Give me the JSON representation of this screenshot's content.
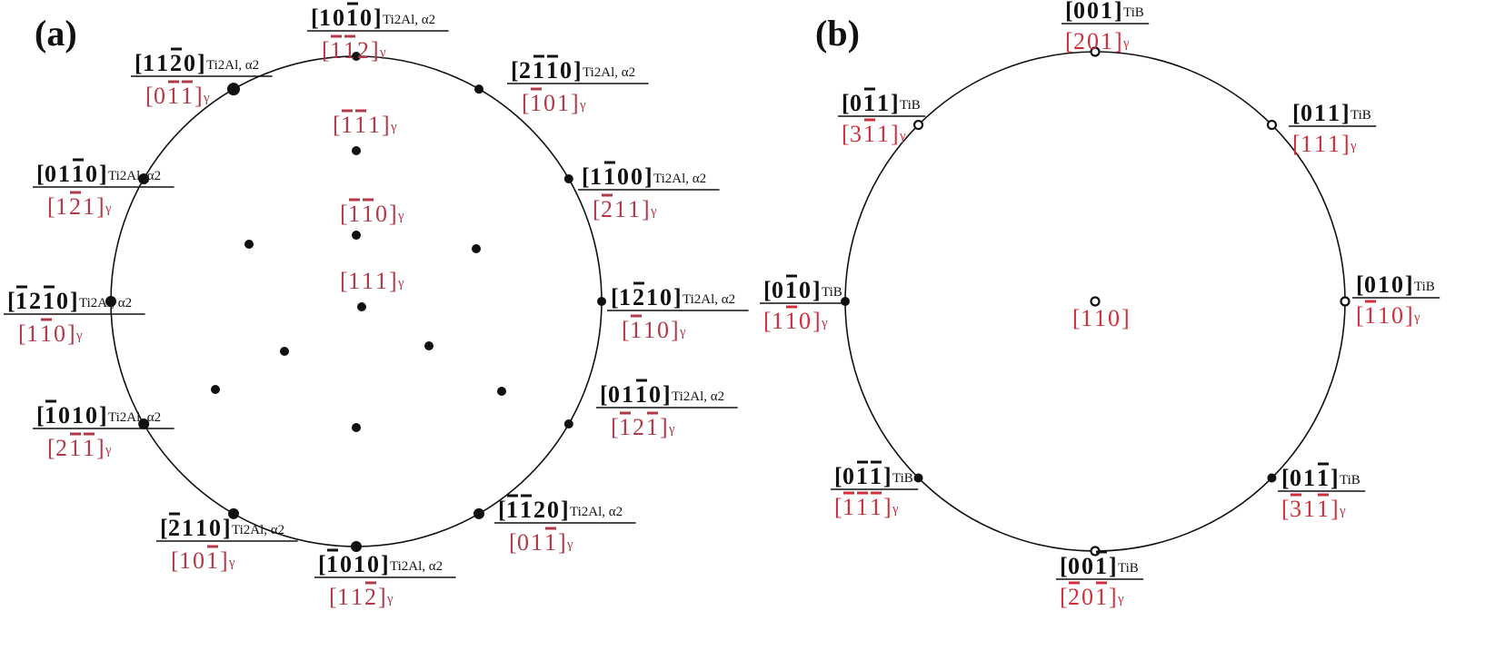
{
  "panel_a": {
    "label": "(a)",
    "spots": [
      {
        "upper": {
          "digits": [
            "1",
            "0",
            "1",
            "0"
          ],
          "bars": [
            2
          ],
          "sub": "Ti2Al, α2"
        },
        "lower": {
          "digits": [
            "1",
            "1",
            "2"
          ],
          "bars": [
            0,
            1
          ],
          "sub": "γ"
        }
      },
      {
        "upper": {
          "digits": [
            "2",
            "1",
            "1",
            "0"
          ],
          "bars": [
            1,
            2
          ],
          "sub": "Ti2Al, α2"
        },
        "lower": {
          "digits": [
            "1",
            "0",
            "1"
          ],
          "bars": [
            0
          ],
          "sub": "γ"
        }
      },
      {
        "upper": {
          "digits": [
            "1",
            "1",
            "0",
            "0"
          ],
          "bars": [
            1
          ],
          "sub": "Ti2Al, α2"
        },
        "lower": {
          "digits": [
            "2",
            "1",
            "1"
          ],
          "bars": [
            0
          ],
          "sub": "γ"
        }
      },
      {
        "upper": {
          "digits": [
            "1",
            "2",
            "1",
            "0"
          ],
          "bars": [
            1
          ],
          "sub": "Ti2Al, α2"
        },
        "lower": {
          "digits": [
            "1",
            "1",
            "0"
          ],
          "bars": [
            0
          ],
          "sub": "γ"
        }
      },
      {
        "upper": {
          "digits": [
            "0",
            "1",
            "1",
            "0"
          ],
          "bars": [
            2
          ],
          "sub": "Ti2Al, α2"
        },
        "lower": {
          "digits": [
            "1",
            "2",
            "1"
          ],
          "bars": [
            0,
            2
          ],
          "sub": "γ"
        }
      },
      {
        "upper": {
          "digits": [
            "1",
            "1",
            "2",
            "0"
          ],
          "bars": [
            0,
            1
          ],
          "sub": "Ti2Al, α2"
        },
        "lower": {
          "digits": [
            "0",
            "1",
            "1"
          ],
          "bars": [
            2
          ],
          "sub": "γ"
        }
      },
      {
        "upper": {
          "digits": [
            "1",
            "0",
            "1",
            "0"
          ],
          "bars": [
            0
          ],
          "sub": "Ti2Al, α2"
        },
        "lower": {
          "digits": [
            "1",
            "1",
            "2"
          ],
          "bars": [
            2
          ],
          "sub": "γ"
        }
      },
      {
        "upper": {
          "digits": [
            "2",
            "1",
            "1",
            "0"
          ],
          "bars": [
            0
          ],
          "sub": "Ti2Al, α2"
        },
        "lower": {
          "digits": [
            "1",
            "0",
            "1"
          ],
          "bars": [
            2
          ],
          "sub": "γ"
        }
      },
      {
        "upper": {
          "digits": [
            "1",
            "0",
            "1",
            "0"
          ],
          "bars": [
            0
          ],
          "sub": "Ti2Al, α2"
        },
        "lower": {
          "digits": [
            "2",
            "1",
            "1"
          ],
          "bars": [
            1,
            2
          ],
          "sub": "γ"
        }
      },
      {
        "upper": {
          "digits": [
            "1",
            "2",
            "1",
            "0"
          ],
          "bars": [
            0,
            2
          ],
          "sub": "Ti2Al, α2"
        },
        "lower": {
          "digits": [
            "1",
            "1",
            "0"
          ],
          "bars": [
            1
          ],
          "sub": "γ"
        }
      },
      {
        "upper": {
          "digits": [
            "0",
            "1",
            "1",
            "0"
          ],
          "bars": [
            2
          ],
          "sub": "Ti2Al, α2"
        },
        "lower": {
          "digits": [
            "1",
            "2",
            "1"
          ],
          "bars": [
            1
          ],
          "sub": "γ"
        }
      },
      {
        "upper": {
          "digits": [
            "1",
            "1",
            "2",
            "0"
          ],
          "bars": [
            2
          ],
          "sub": "Ti2Al, α2"
        },
        "lower": {
          "digits": [
            "0",
            "1",
            "1"
          ],
          "bars": [
            1,
            2
          ],
          "sub": "γ"
        }
      }
    ],
    "inner_labels": [
      {
        "digits": [
          "1",
          "1",
          "1"
        ],
        "bars": [
          0,
          1
        ],
        "sub": "γ"
      },
      {
        "digits": [
          "1",
          "1",
          "0"
        ],
        "bars": [
          0,
          1
        ],
        "sub": "γ"
      },
      {
        "digits": [
          "1",
          "1",
          "1"
        ],
        "bars": [],
        "sub": "γ"
      }
    ]
  },
  "panel_b": {
    "label": "(b)",
    "spots": [
      {
        "upper": {
          "digits": [
            "0",
            "0",
            "1"
          ],
          "bars": [],
          "sub": "TiB"
        },
        "lower": {
          "digits": [
            "2",
            "0",
            "1"
          ],
          "bars": [],
          "sub": "γ"
        }
      },
      {
        "upper": {
          "digits": [
            "0",
            "1",
            "1"
          ],
          "bars": [],
          "sub": "TiB"
        },
        "lower": {
          "digits": [
            "1",
            "1",
            "1"
          ],
          "bars": [],
          "sub": "γ"
        }
      },
      {
        "upper": {
          "digits": [
            "0",
            "1",
            "0"
          ],
          "bars": [],
          "sub": "TiB"
        },
        "lower": {
          "digits": [
            "1",
            "1",
            "0"
          ],
          "bars": [
            0
          ],
          "sub": "γ"
        }
      },
      {
        "upper": {
          "digits": [
            "0",
            "1",
            "1"
          ],
          "bars": [
            2
          ],
          "sub": "TiB"
        },
        "lower": {
          "digits": [
            "3",
            "1",
            "1"
          ],
          "bars": [
            0,
            2
          ],
          "sub": "γ"
        }
      },
      {
        "upper": {
          "digits": [
            "0",
            "0",
            "1"
          ],
          "bars": [
            2
          ],
          "sub": "TiB"
        },
        "lower": {
          "digits": [
            "2",
            "0",
            "1"
          ],
          "bars": [
            0,
            2
          ],
          "sub": "γ"
        }
      },
      {
        "upper": {
          "digits": [
            "0",
            "1",
            "1"
          ],
          "bars": [
            1,
            2
          ],
          "sub": "TiB"
        },
        "lower": {
          "digits": [
            "1",
            "1",
            "1"
          ],
          "bars": [
            0,
            1,
            2
          ],
          "sub": "γ"
        }
      },
      {
        "upper": {
          "digits": [
            "0",
            "1",
            "0"
          ],
          "bars": [
            1
          ],
          "sub": "TiB"
        },
        "lower": {
          "digits": [
            "1",
            "1",
            "0"
          ],
          "bars": [
            1
          ],
          "sub": "γ"
        }
      },
      {
        "upper": {
          "digits": [
            "0",
            "1",
            "1"
          ],
          "bars": [
            1
          ],
          "sub": "TiB"
        },
        "lower": {
          "digits": [
            "3",
            "1",
            "1"
          ],
          "bars": [
            1
          ],
          "sub": "γ"
        }
      }
    ],
    "center_label": {
      "digits": [
        "1",
        "1",
        "0"
      ],
      "bars": [],
      "sub": ""
    }
  }
}
